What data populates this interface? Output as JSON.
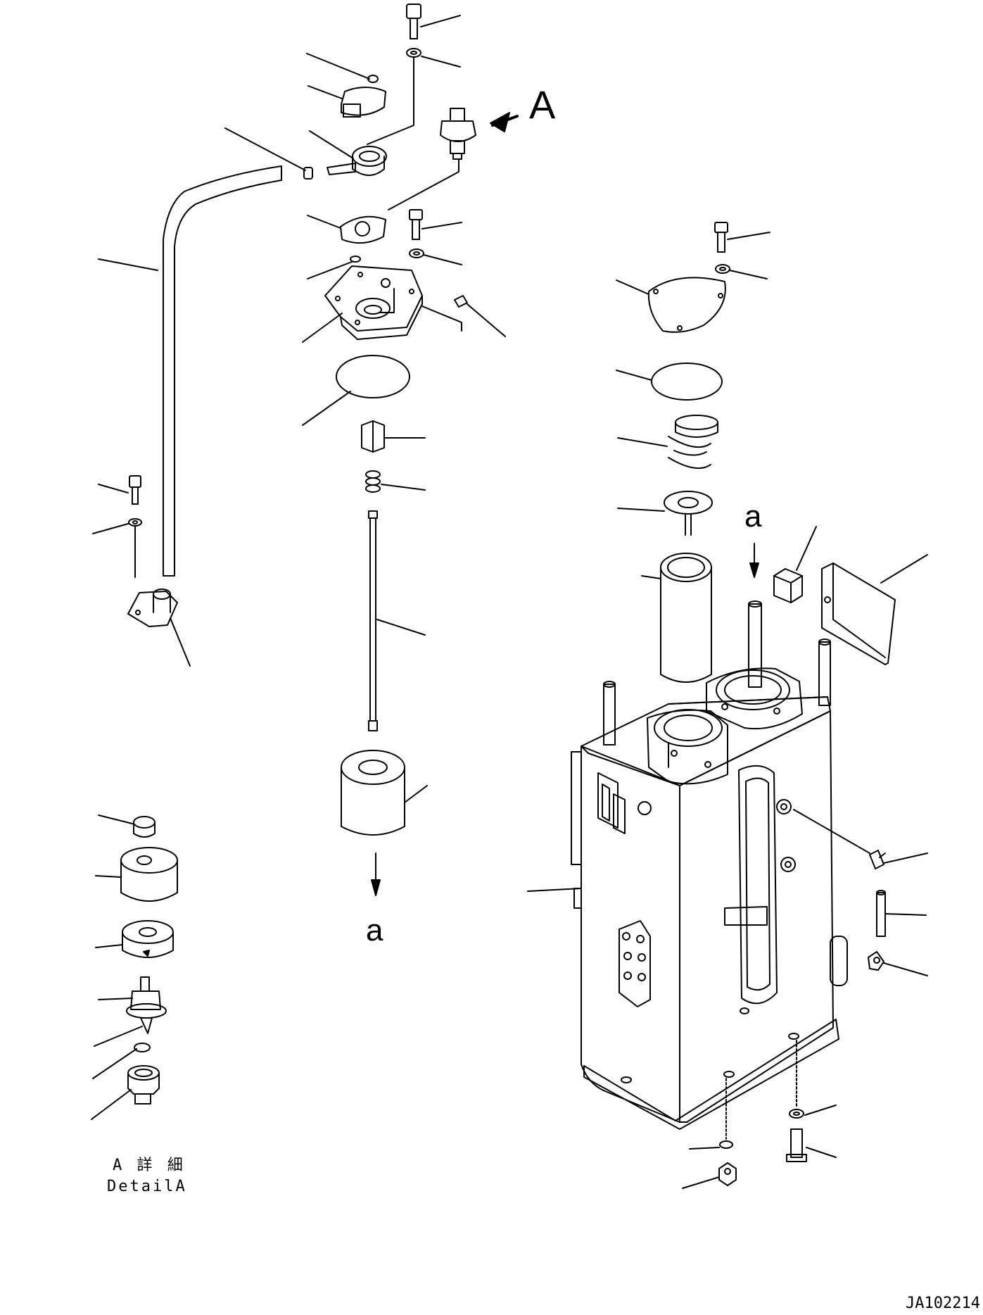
{
  "view_markers": {
    "detail_arrow_label": "A",
    "flow_label_top": "a",
    "flow_label_bottom": "a"
  },
  "detail_caption": {
    "japanese": "A 詳 細",
    "english": "DetailA"
  },
  "drawing_number": "JA102214"
}
